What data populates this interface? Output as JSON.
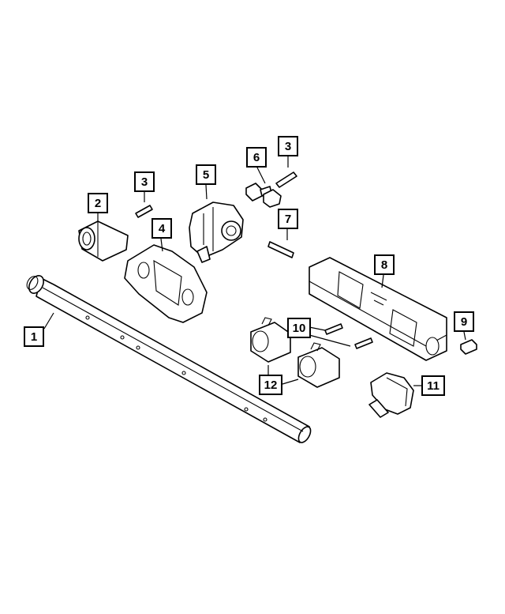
{
  "callouts": [
    {
      "id": "c1",
      "label": "1"
    },
    {
      "id": "c2",
      "label": "2"
    },
    {
      "id": "c3a",
      "label": "3"
    },
    {
      "id": "c3b",
      "label": "3"
    },
    {
      "id": "c4",
      "label": "4"
    },
    {
      "id": "c5",
      "label": "5"
    },
    {
      "id": "c6",
      "label": "6"
    },
    {
      "id": "c7",
      "label": "7"
    },
    {
      "id": "c8",
      "label": "8"
    },
    {
      "id": "c9",
      "label": "9"
    },
    {
      "id": "c10",
      "label": "10"
    },
    {
      "id": "c11",
      "label": "11"
    },
    {
      "id": "c12",
      "label": "12"
    }
  ]
}
